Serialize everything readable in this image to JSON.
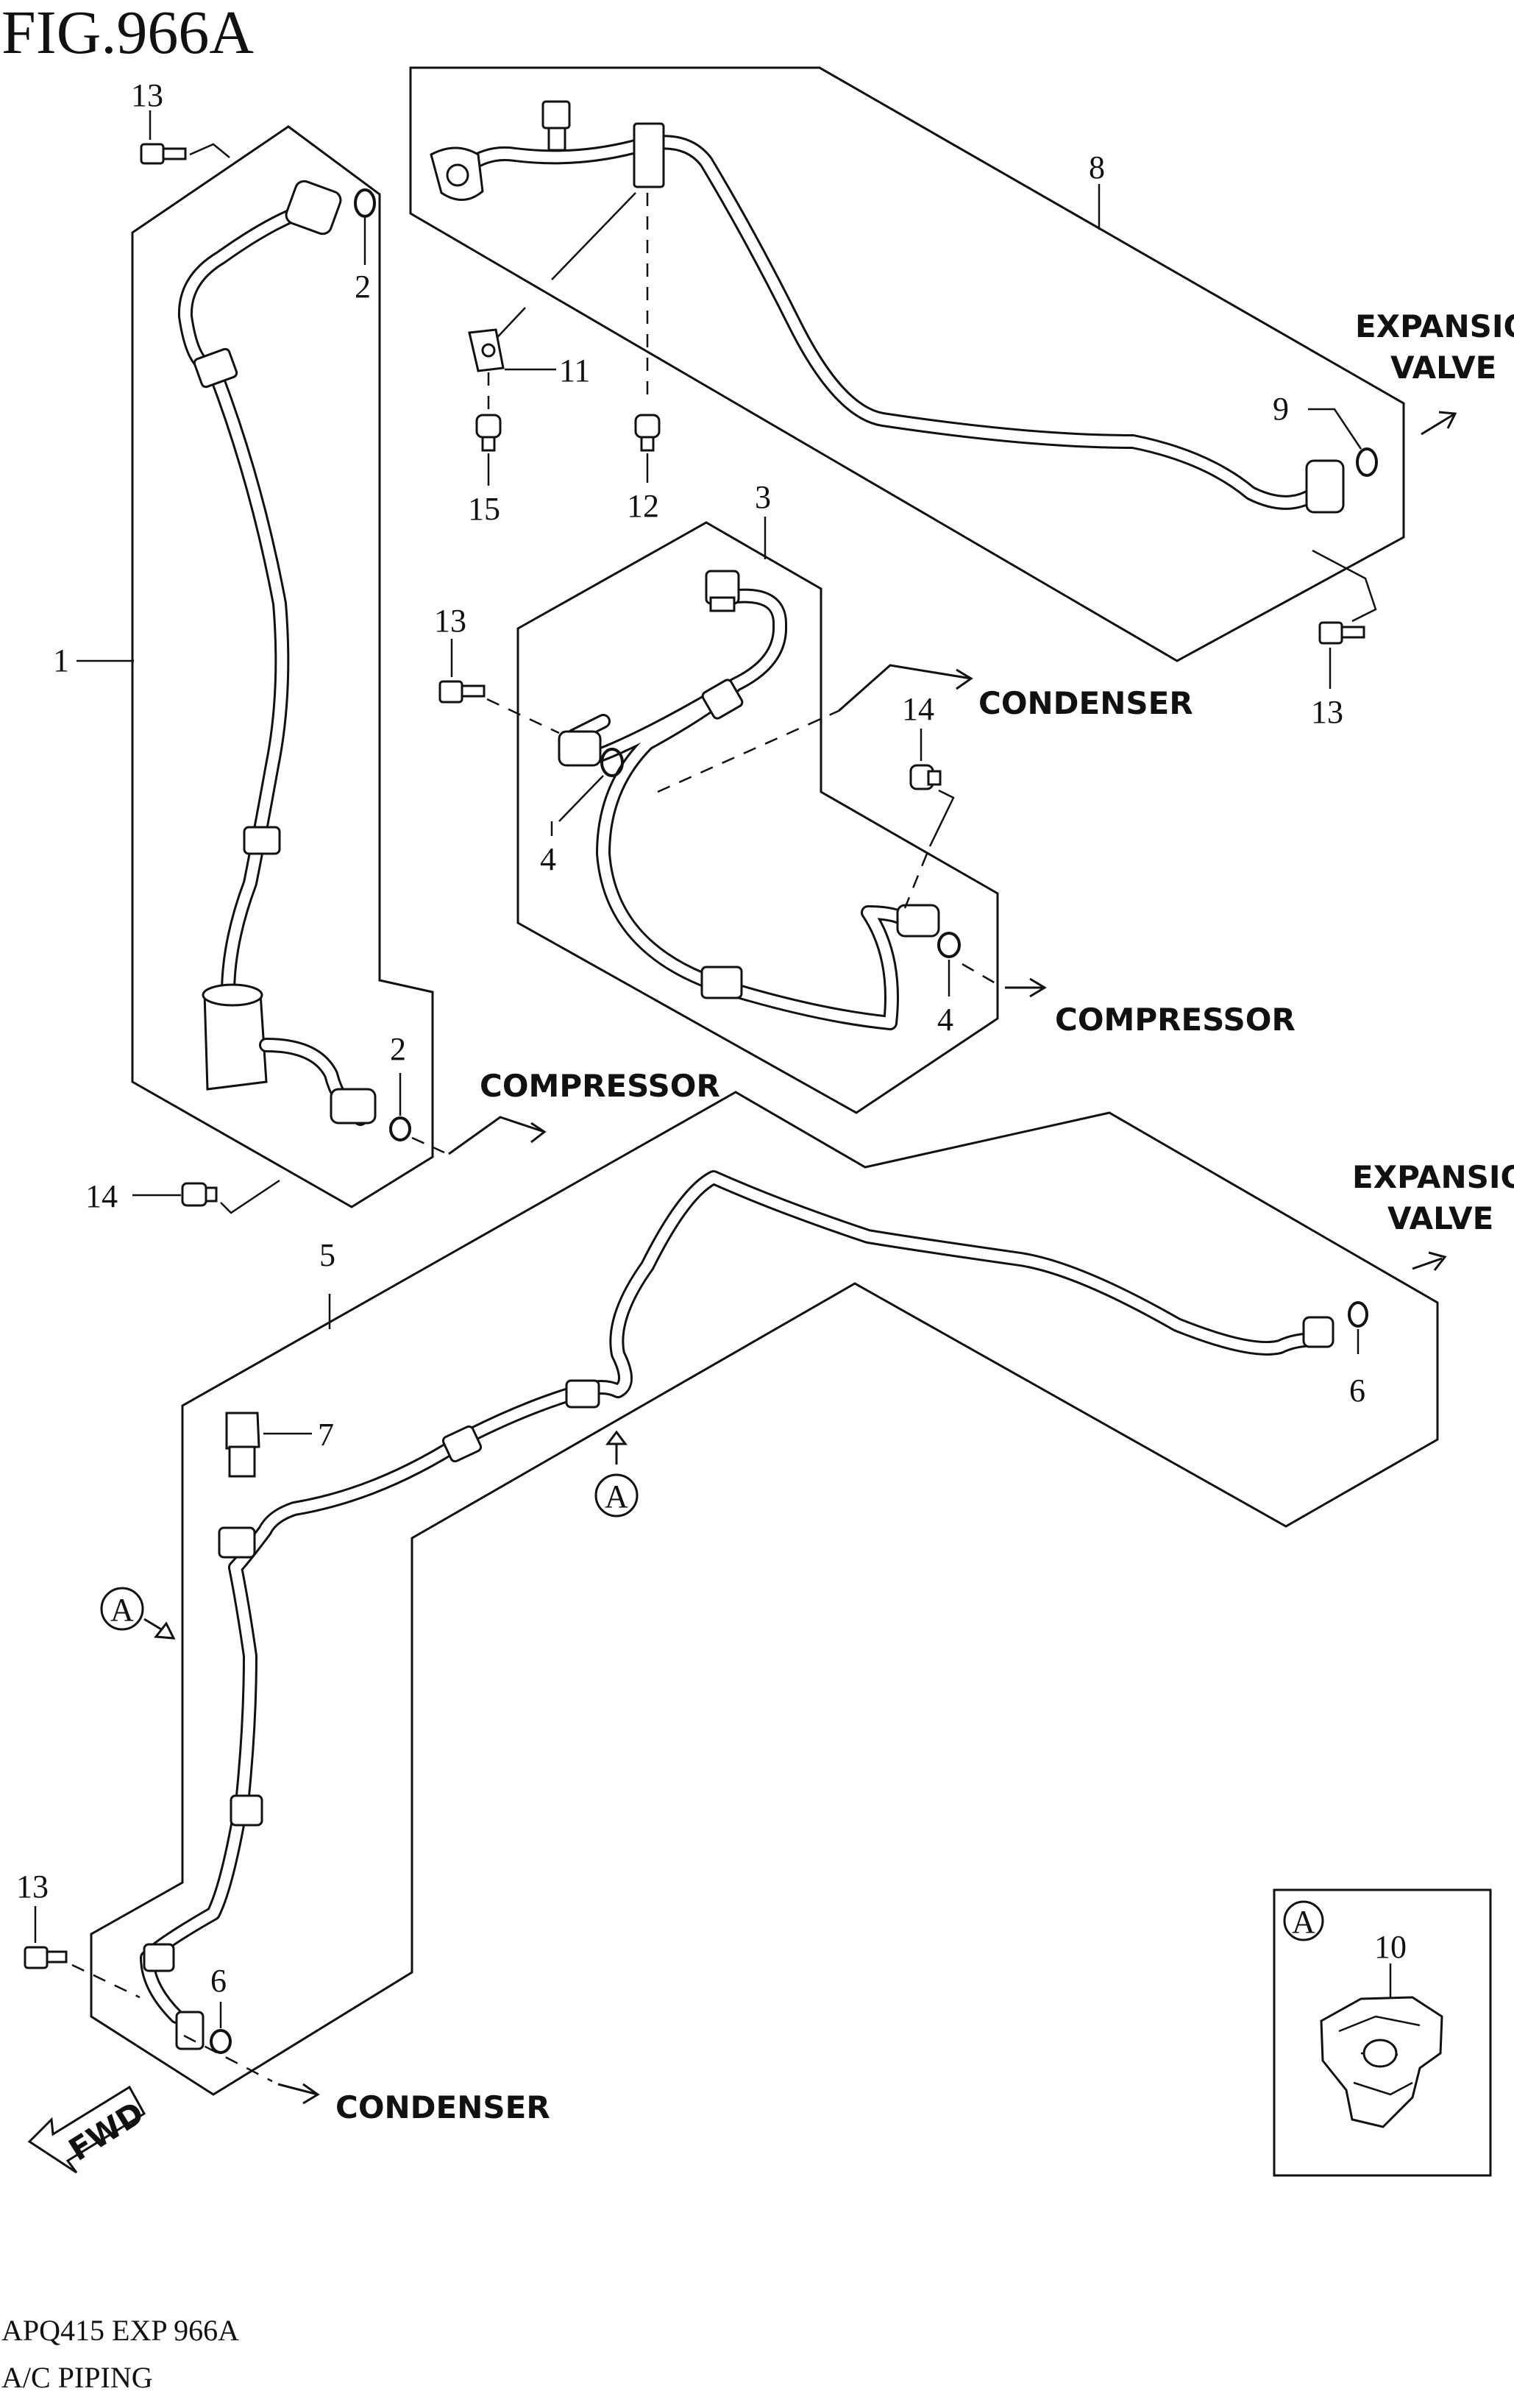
{
  "figure": {
    "title": "FIG.966A",
    "code": "APQ415 EXP 966A",
    "name": "A/C PIPING"
  },
  "labels": {
    "expansion_valve_top": [
      "EXPANSION",
      "VALVE"
    ],
    "expansion_valve_mid": [
      "EXPANSION",
      "VALVE"
    ],
    "condenser_mid": "CONDENSER",
    "compressor_right": "COMPRESSOR",
    "compressor_left": "COMPRESSOR",
    "condenser_bottom": "CONDENSER",
    "fwd": "FWD",
    "view_a": "A"
  },
  "callouts": {
    "c1": "1",
    "c2a": "2",
    "c2b": "2",
    "c3": "3",
    "c4a": "4",
    "c4b": "4",
    "c5": "5",
    "c6a": "6",
    "c6b": "6",
    "c7": "7",
    "c8": "8",
    "c9": "9",
    "c10": "10",
    "c11": "11",
    "c12": "12",
    "c13a": "13",
    "c13b": "13",
    "c13c": "13",
    "c13d": "13",
    "c14a": "14",
    "c14b": "14",
    "c15": "15"
  }
}
